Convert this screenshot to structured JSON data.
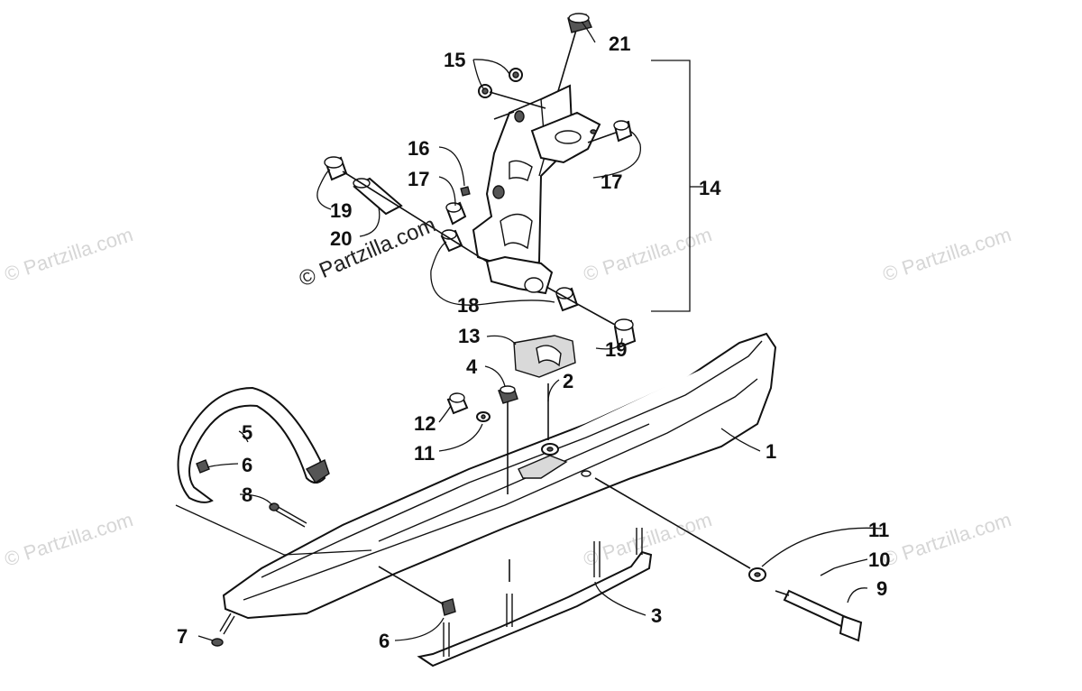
{
  "watermark": {
    "main": "© Partzilla.com",
    "faint": "© Partzilla.com"
  },
  "callouts": {
    "c1": "1",
    "c2": "2",
    "c3": "3",
    "c4": "4",
    "c5": "5",
    "c6a": "6",
    "c6b": "6",
    "c7": "7",
    "c8": "8",
    "c9": "9",
    "c10": "10",
    "c11a": "11",
    "c11b": "11",
    "c12": "12",
    "c13": "13",
    "c14": "14",
    "c15": "15",
    "c16": "16",
    "c17a": "17",
    "c17b": "17",
    "c18": "18",
    "c19a": "19",
    "c19b": "19",
    "c20": "20",
    "c21": "21"
  }
}
